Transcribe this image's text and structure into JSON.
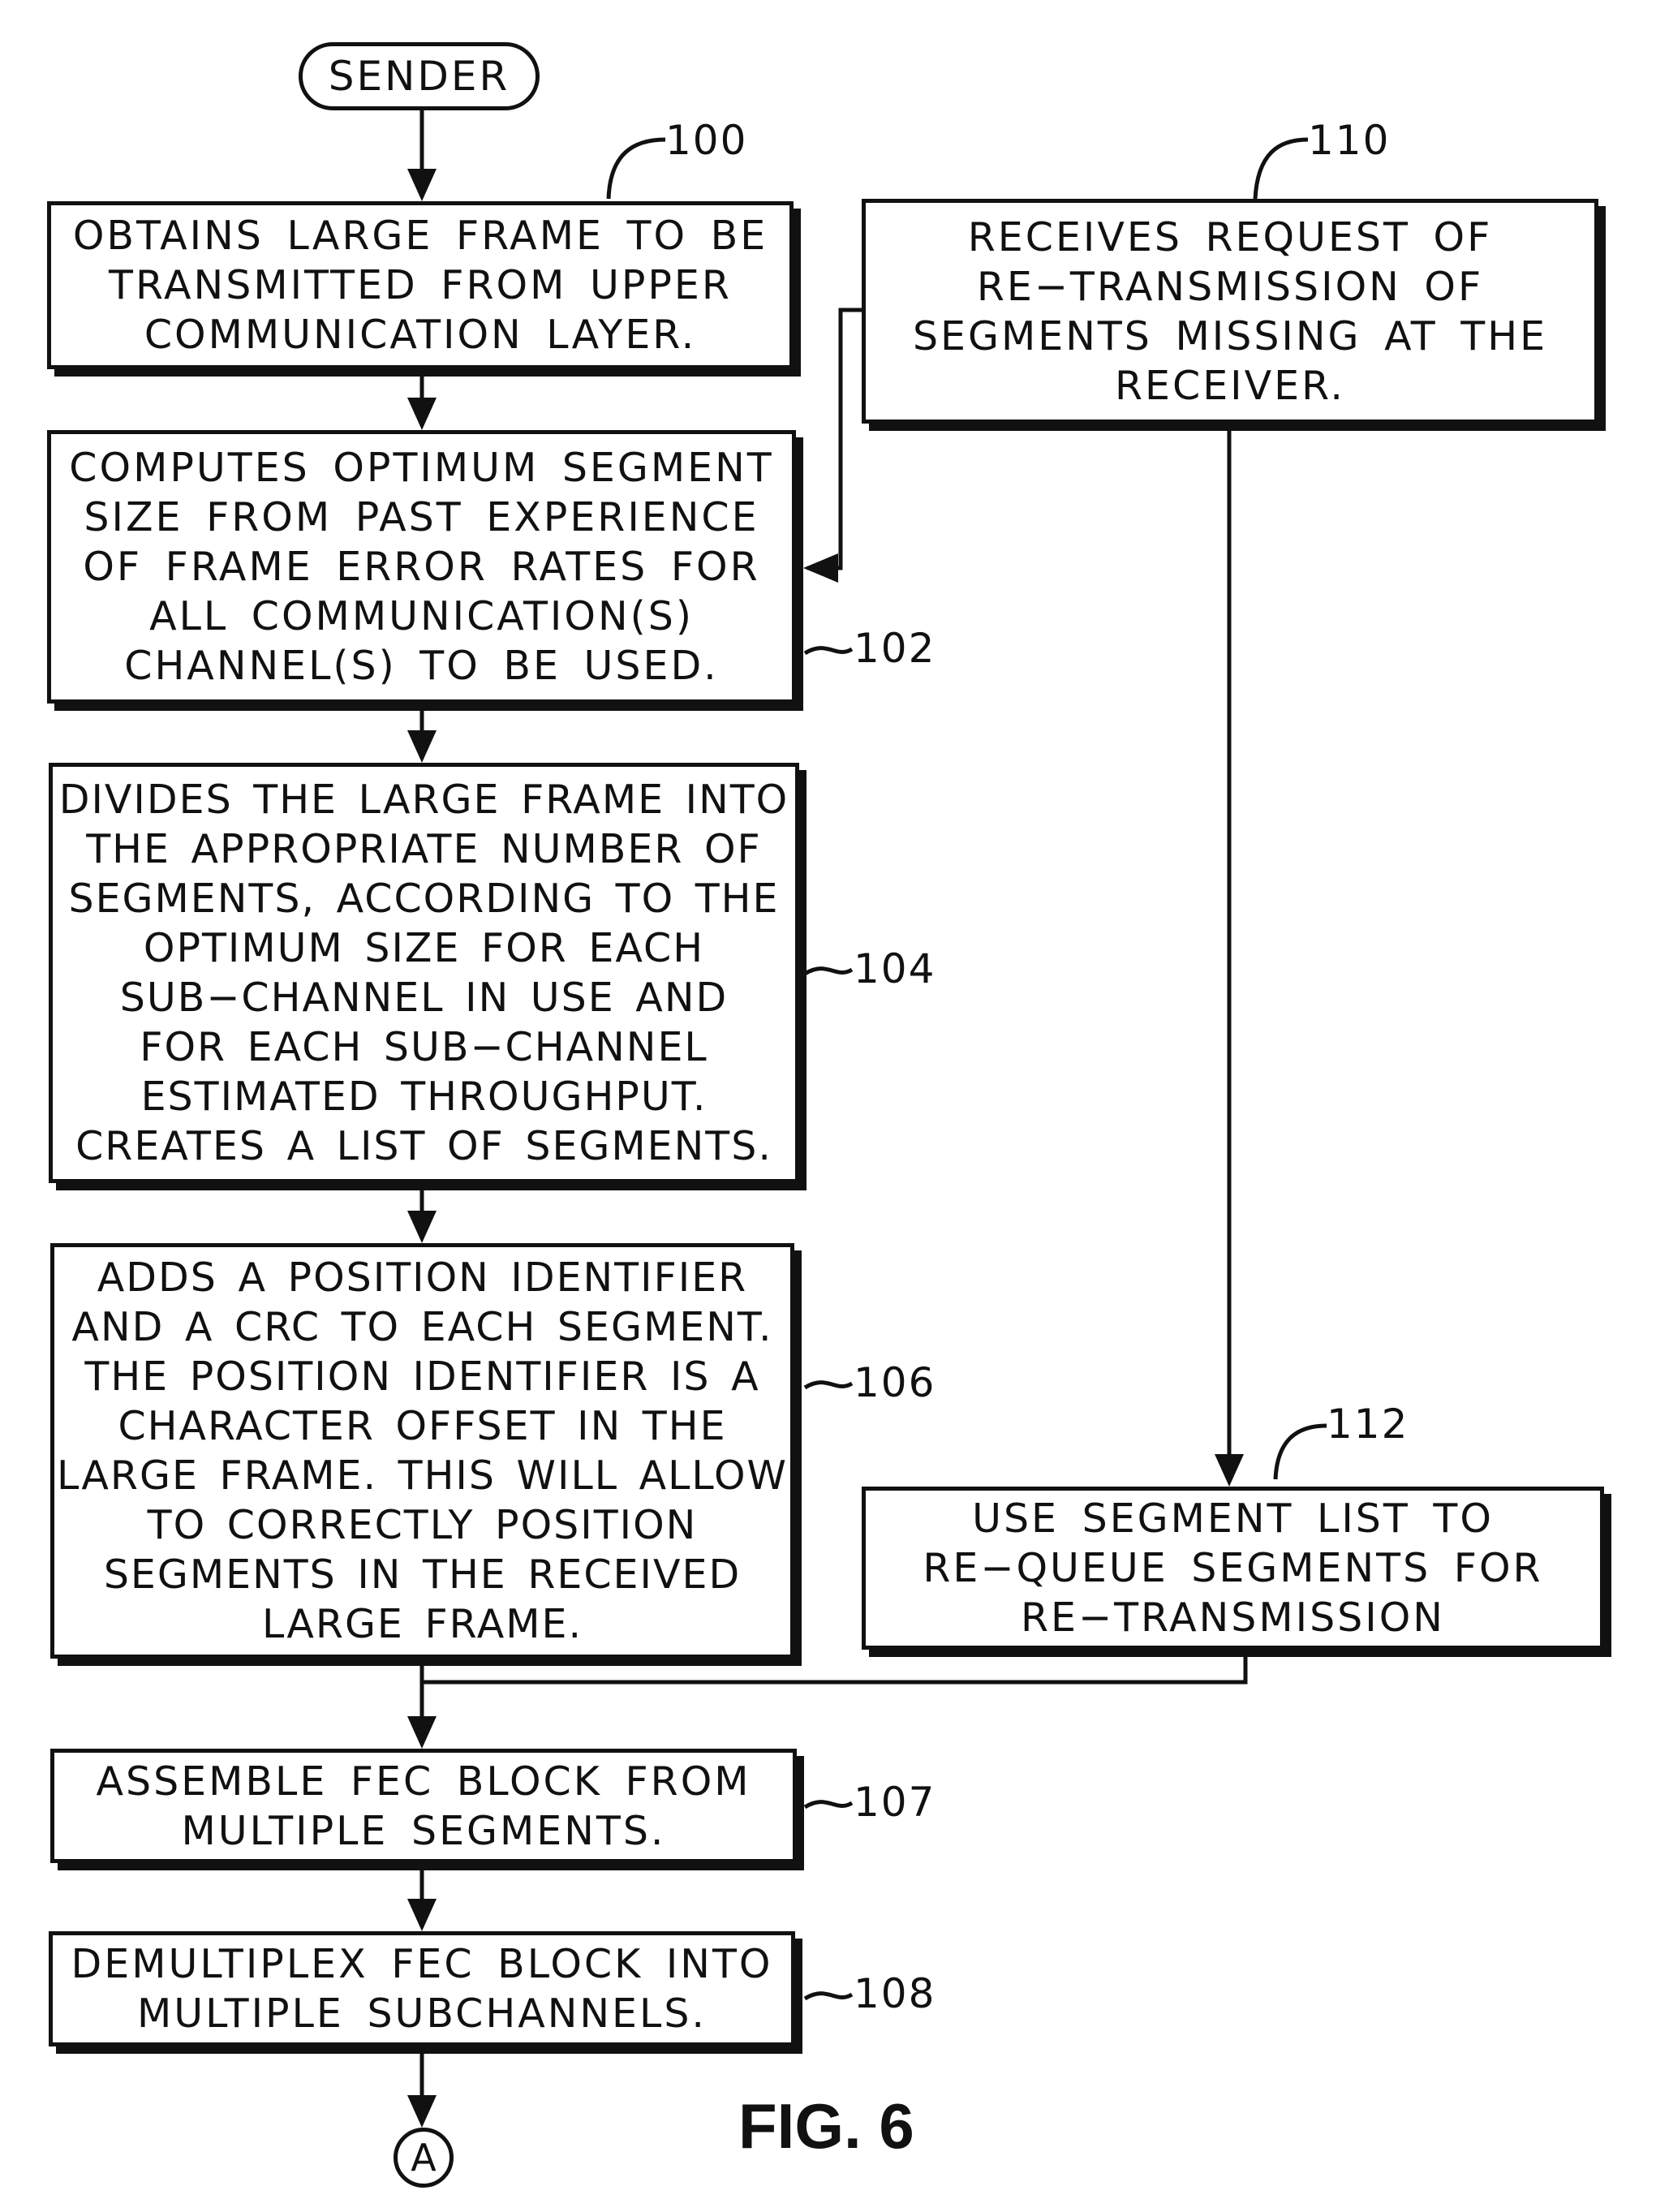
{
  "start": {
    "label": "SENDER"
  },
  "end": {
    "label": "A"
  },
  "figure_label": "FIG. 6",
  "steps": [
    {
      "ref": "100",
      "text": "OBTAINS LARGE FRAME TO BE\nTRANSMITTED FROM UPPER\nCOMMUNICATION LAYER."
    },
    {
      "ref": "102",
      "text": "COMPUTES OPTIMUM SEGMENT\nSIZE FROM PAST EXPERIENCE\nOF FRAME ERROR RATES FOR\nALL COMMUNICATION(S)\nCHANNEL(S) TO BE USED."
    },
    {
      "ref": "104",
      "text": "DIVIDES THE LARGE FRAME INTO\nTHE APPROPRIATE NUMBER OF\nSEGMENTS, ACCORDING TO THE\nOPTIMUM SIZE FOR EACH\nSUB−CHANNEL IN USE AND\nFOR EACH SUB−CHANNEL\nESTIMATED THROUGHPUT.\nCREATES A LIST OF SEGMENTS."
    },
    {
      "ref": "106",
      "text": "ADDS A POSITION IDENTIFIER\nAND A CRC TO EACH SEGMENT.\nTHE POSITION IDENTIFIER IS A\nCHARACTER OFFSET IN THE\nLARGE FRAME. THIS WILL ALLOW\nTO CORRECTLY POSITION\nSEGMENTS IN THE RECEIVED\nLARGE FRAME."
    },
    {
      "ref": "107",
      "text": "ASSEMBLE FEC BLOCK FROM\nMULTIPLE SEGMENTS."
    },
    {
      "ref": "108",
      "text": "DEMULTIPLEX FEC BLOCK INTO\nMULTIPLE SUBCHANNELS."
    }
  ],
  "side_steps": [
    {
      "ref": "110",
      "text": "RECEIVES REQUEST OF\nRE−TRANSMISSION OF\nSEGMENTS MISSING AT THE\nRECEIVER."
    },
    {
      "ref": "112",
      "text": "USE SEGMENT LIST TO\nRE−QUEUE SEGMENTS FOR\nRE−TRANSMISSION"
    }
  ]
}
